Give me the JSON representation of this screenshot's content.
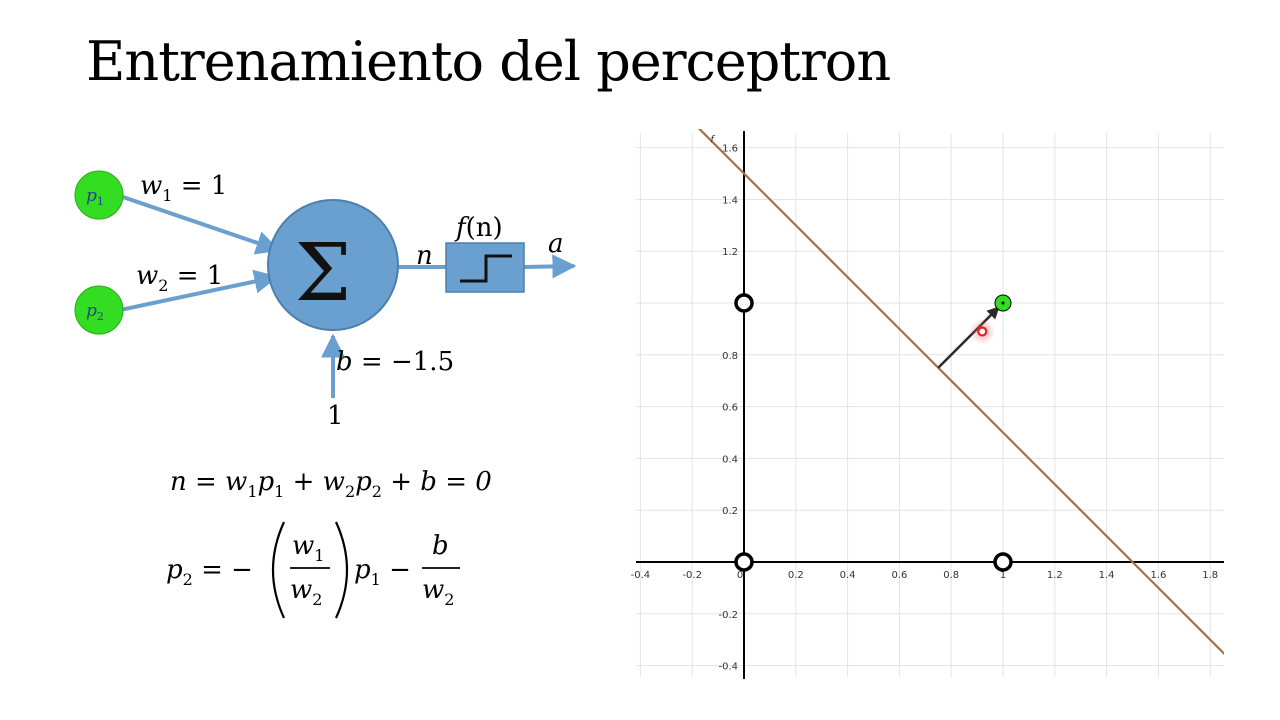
{
  "title": "Entrenamiento del perceptron",
  "network": {
    "input1_label": "p",
    "input1_sub": "1",
    "input2_label": "p",
    "input2_sub": "2",
    "weight1_var": "w",
    "weight1_sub": "1",
    "weight1_rhs": " = 1",
    "weight2_var": "w",
    "weight2_sub": "2",
    "weight2_rhs": " = 1",
    "sum_symbol": "Σ",
    "net_label": "n",
    "transfer_label_f": "f",
    "transfer_label_arg": "(n)",
    "output_label": "a",
    "bias_var": "b",
    "bias_rhs": " = −1.5",
    "bias_input": "1"
  },
  "equations": {
    "eq1": [
      "n = w",
      "1",
      "p",
      "1",
      " + w",
      "2",
      "p",
      "2",
      " + b = 0"
    ],
    "eq2_lhs": [
      "p",
      "2",
      " = −"
    ],
    "eq2_frac1_num": [
      "w",
      "1"
    ],
    "eq2_frac1_den": [
      "w",
      "2"
    ],
    "eq2_mid": [
      "p",
      "1",
      " −"
    ],
    "eq2_frac2_num": "b",
    "eq2_frac2_den": [
      "w",
      "2"
    ]
  },
  "colors": {
    "input_node": "#33dd22",
    "neuron": "#6aa0cf",
    "arrows": "#6aa0cf",
    "decision_line": "#a0714d",
    "weight_vector": "#2a2a2a",
    "highlight_point": "#e8202a"
  },
  "chart_data": {
    "type": "scatter",
    "x_ticks": [
      "-0.4",
      "-0.2",
      "0",
      "0.2",
      "0.4",
      "0.6",
      "0.8",
      "1",
      "1.2",
      "1.4",
      "1.6",
      "1.8"
    ],
    "y_ticks": [
      "-0.4",
      "-0.2",
      "0.2",
      "0.4",
      "0.6",
      "0.8",
      "1.2",
      "1.4",
      "1.6"
    ],
    "xlim": [
      -0.4,
      1.8
    ],
    "ylim": [
      -0.4,
      1.6
    ],
    "grid": true,
    "points_class0": [
      [
        0,
        0
      ],
      [
        0,
        1
      ],
      [
        1,
        0
      ]
    ],
    "points_class1": [
      [
        1,
        1
      ]
    ],
    "highlight_point": [
      0.92,
      0.89
    ],
    "decision_boundary": {
      "slope": -1,
      "intercept": 1.5
    },
    "weight_vector": {
      "from": [
        0.75,
        0.75
      ],
      "to": [
        0.98,
        0.98
      ]
    },
    "line_label": "f"
  }
}
